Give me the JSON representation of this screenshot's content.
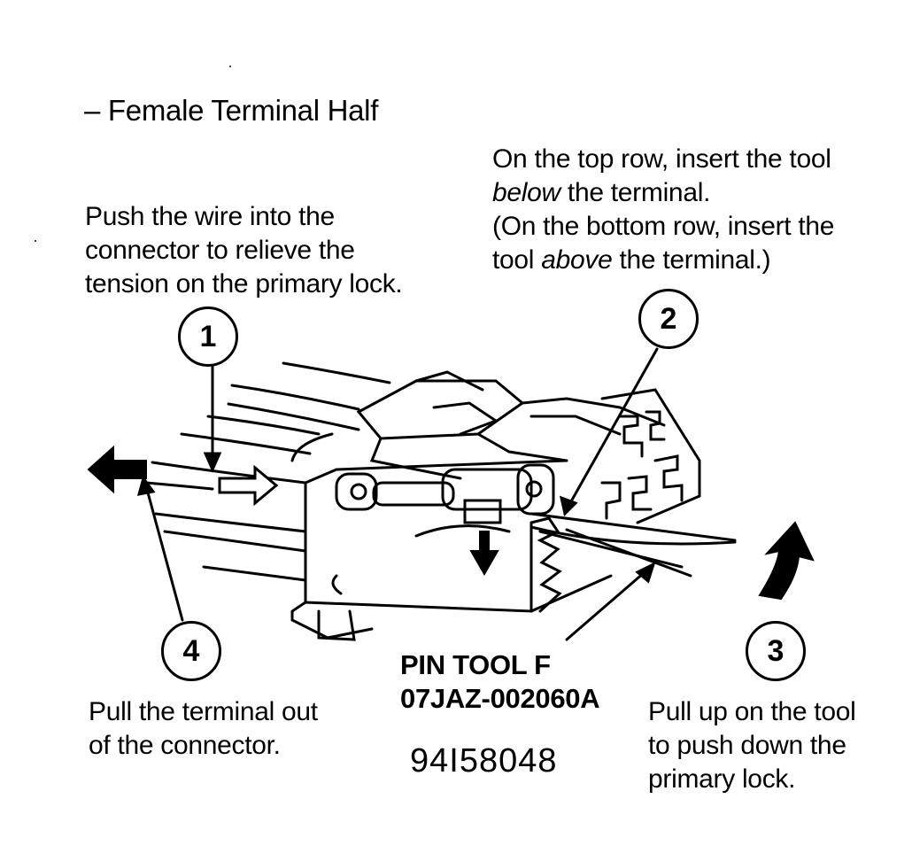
{
  "title": "– Female Terminal Half",
  "steps": [
    {
      "number": "1",
      "lines": [
        "Push the wire into the",
        "connector to relieve the",
        "tension on the primary lock."
      ]
    },
    {
      "number": "2",
      "line1": "On the top row, insert the tool",
      "line2_em": "below",
      "line2_rest": " the terminal.",
      "line3": "(On the bottom row, insert the",
      "line4_pre": "tool ",
      "line4_em": "above",
      "line4_rest": " the terminal.)"
    },
    {
      "number": "3",
      "lines": [
        "Pull up on the tool",
        "to push down the",
        "primary lock."
      ]
    },
    {
      "number": "4",
      "lines": [
        "Pull the terminal out",
        "of the connector."
      ]
    }
  ],
  "tool_label": [
    "PIN TOOL F",
    "07JAZ-002060A"
  ],
  "figure_number": "94I58048"
}
